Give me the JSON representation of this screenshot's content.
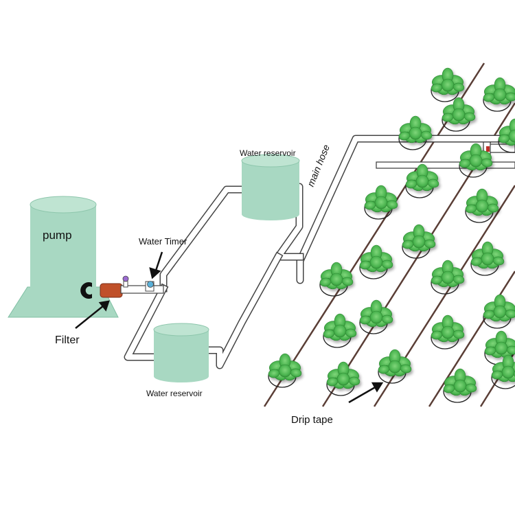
{
  "labels": {
    "pump": "pump",
    "water_timer": "Water Timer",
    "filter": "Filter",
    "water_reservoir_top": "Water reservoir",
    "water_reservoir_bottom": "Water reservoir",
    "main_hose": "main hose",
    "drip_tape": "Drip tape"
  },
  "colors": {
    "tank": "#a8d8c2",
    "tank_shadow": "#7fbfa3",
    "pipe": "#ffffff",
    "pipe_outline": "#444444",
    "filter": "#c0502a",
    "drip_tape": "#5a3e36",
    "leaf": "#4cb850",
    "leaf_dark": "#2f8a34"
  }
}
